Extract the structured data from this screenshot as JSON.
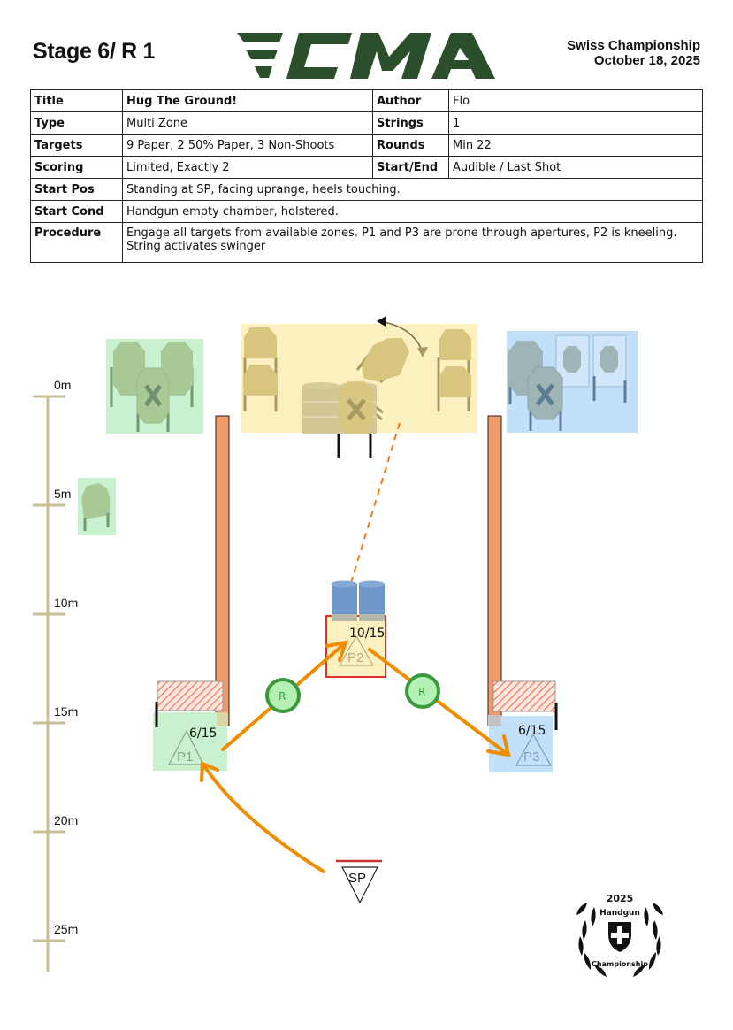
{
  "header": {
    "stage_title": "Stage 6/ R 1",
    "logo_text": "CMA",
    "event_name": "Swiss Championship",
    "event_date": "October 18, 2025"
  },
  "info": {
    "title_label": "Title",
    "title_value": "Hug The Ground!",
    "author_label": "Author",
    "author_value": "Flo",
    "type_label": "Type",
    "type_value": "Multi Zone",
    "strings_label": "Strings",
    "strings_value": "1",
    "targets_label": "Targets",
    "targets_value": "9 Paper, 2 50% Paper, 3 Non-Shoots",
    "rounds_label": "Rounds",
    "rounds_value": "Min 22",
    "scoring_label": "Scoring",
    "scoring_value": "Limited, Exactly 2",
    "startend_label": "Start/End",
    "startend_value": "Audible / Last Shot",
    "startpos_label": "Start Pos",
    "startpos_value": "Standing at SP, facing uprange, heels touching.",
    "startcond_label": "Start Cond",
    "startcond_value": "Handgun empty chamber, holstered.",
    "procedure_label": "Procedure",
    "procedure_value": "Engage all targets from available zones. P1 and P3 are prone through apertures, P2 is kneeling. String activates swinger"
  },
  "scale": {
    "ticks": [
      "0m",
      "5m",
      "10m",
      "15m",
      "20m",
      "25m"
    ]
  },
  "positions": {
    "p1": {
      "label": "P1",
      "count": "6/15"
    },
    "p2": {
      "label": "P2",
      "count": "10/15"
    },
    "p3": {
      "label": "P3",
      "count": "6/15"
    },
    "sp": {
      "label": "SP"
    },
    "reload_label": "R"
  },
  "badge": {
    "year": "2025",
    "line1": "Handgun",
    "line2": "Championship"
  },
  "colors": {
    "logo_green": "#2b4f2a",
    "zone_green": "#c9f1cf",
    "zone_yellow": "#fdf0c0",
    "zone_blue": "#c3e0fb",
    "wall_orange": "#f19b6b",
    "path_orange": "#f08c00",
    "reload_green": "#3a9a3a",
    "scale_tan": "#c8bf94"
  }
}
